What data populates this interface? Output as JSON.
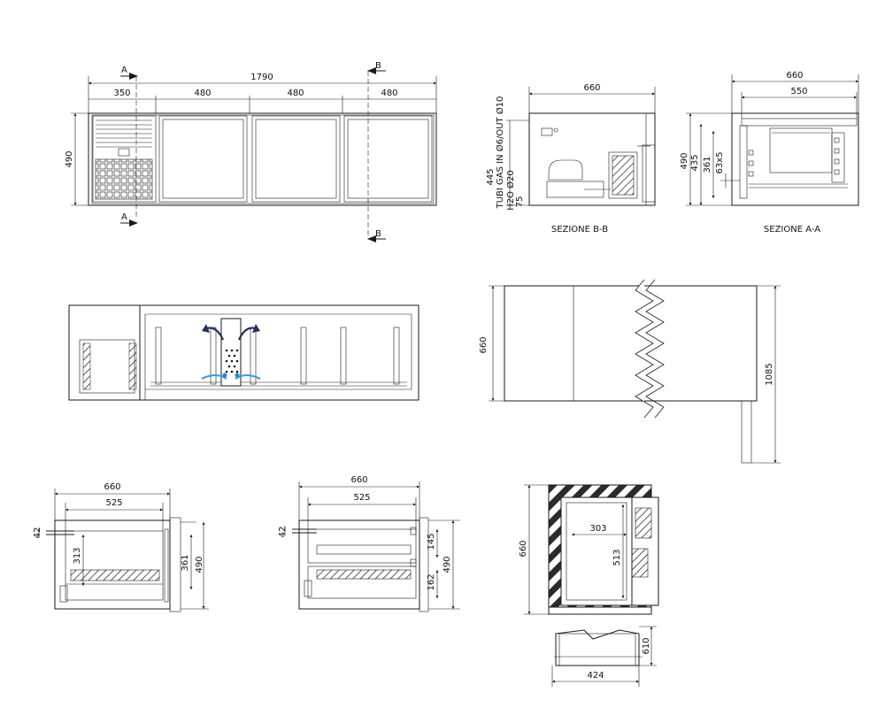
{
  "front_view": {
    "section_marks": {
      "a_top": "A",
      "a_bottom": "A",
      "b_top": "B",
      "b_bottom": "B"
    },
    "overall_width": "1790",
    "widths": [
      "350",
      "480",
      "480",
      "480"
    ],
    "height": "490"
  },
  "section_bb": {
    "width": "660",
    "height": "445",
    "pipe_label": "TUBI GAS IN Ø6/OUT Ø10",
    "drain_label": "H2O Ø20",
    "drain_height": "75",
    "caption": "SEZIONE B-B"
  },
  "section_aa": {
    "width_outer": "660",
    "width_inner": "550",
    "h_490": "490",
    "h_435": "435",
    "h_361": "361",
    "grid_label": "63x5",
    "caption": "SEZIONE A-A"
  },
  "top_view": {
    "depth": "660",
    "height": "1085"
  },
  "drawer_view_1": {
    "w_660": "660",
    "w_525": "525",
    "h_42": "42",
    "h_313": "313",
    "h_361": "361",
    "h_490": "490"
  },
  "drawer_view_2": {
    "w_660": "660",
    "w_525": "525",
    "h_42": "42",
    "h_145": "145",
    "h_162": "162",
    "h_490": "490"
  },
  "detail_view": {
    "h_660": "660",
    "w_303": "303",
    "h_513": "513",
    "h_610": "610",
    "w_424": "424"
  }
}
